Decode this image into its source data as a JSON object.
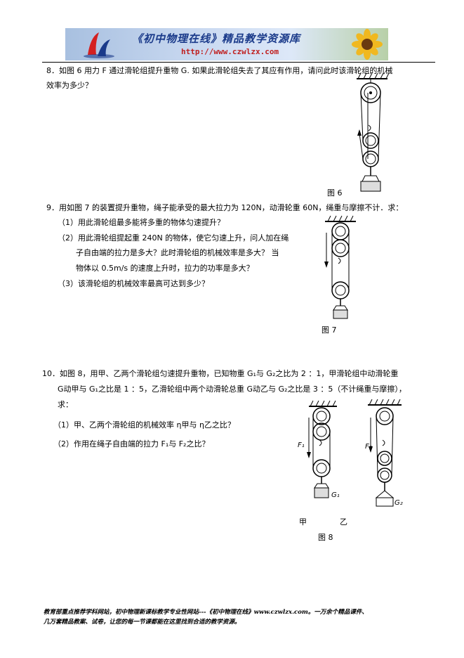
{
  "header": {
    "title": "《初中物理在线》精品教学资源库",
    "url": "http://www.czwlzx.com"
  },
  "q8": {
    "line1": "8．如图 6 用力 F 通过滑轮组提升重物 G. 如果此滑轮组失去了其应有作用，请问此时该滑轮组的机械",
    "line2": "效率为多少？",
    "fig_caption": "图 6"
  },
  "q9": {
    "line1": "9．用如图 7 的装置提升重物，绳子能承受的最大拉力为 120N，动滑轮重 60N，绳重与摩擦不计．求：",
    "sub1": "（1）用此滑轮组最多能将多重的物体匀速提升？",
    "sub2a": "（2）用此滑轮组提起重 240N 的物体，使它匀速上升，问人加在绳",
    "sub2b": "子自由端的拉力是多大？此时滑轮组的机械效率是多大？ 当",
    "sub2c": "物体以 0.5m/s 的速度上升时，拉力的功率是多大？",
    "sub3": "（3）该滑轮组的机械效率最高可达到多少？",
    "fig_caption": "图 7"
  },
  "q10": {
    "line1": "10．如图 8，用甲、乙两个滑轮组匀速提升重物，已知物重 G₁与 G₂之比为 2 ：1，甲滑轮组中动滑轮重",
    "line2": "G动甲与 G₁之比是 1 ：5，乙滑轮组中两个动滑轮总重 G动乙与 G₂之比是 3 ：5（不计绳重与摩擦），",
    "line3": "求：",
    "sub1": "（1）甲、乙两个滑轮组的机械效率 η甲与 η乙之比？",
    "sub2": "（2）作用在绳子自由端的拉力 F₁与 F₂之比？",
    "label_f1": "F₁",
    "label_f2": "F₂",
    "label_g1": "G₁",
    "label_g2": "G₂",
    "label_jia": "甲",
    "label_yi": "乙",
    "fig_caption": "图 8"
  },
  "footer": {
    "line1": "教育部重点推荐学科网站，初中物理新课标教学专业性网站---《初中物理在线》www.czwlzx.com。一万余个精品课件、",
    "line2": "几万套精品教案、试卷，让您的每一节课都能在这里找到合适的教学资源。"
  }
}
